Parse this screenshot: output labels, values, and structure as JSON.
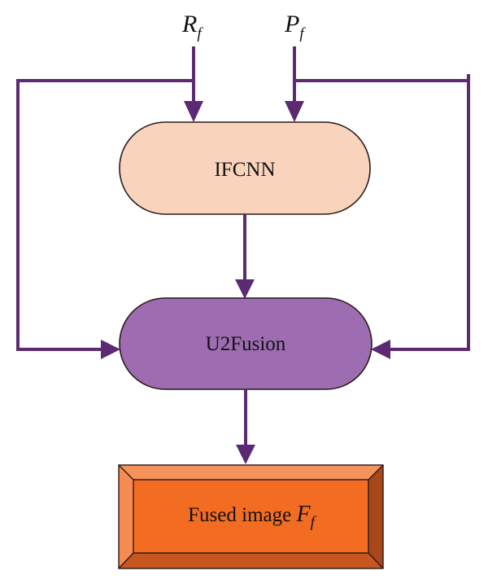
{
  "inputs": {
    "r": {
      "base": "R",
      "sub": "f"
    },
    "p": {
      "base": "P",
      "sub": "f"
    }
  },
  "nodes": {
    "ifcnn": {
      "label": "IFCNN"
    },
    "u2fusion": {
      "label": "U2Fusion"
    },
    "output": {
      "label": "Fused image ",
      "var_base": "F",
      "var_sub": "f"
    }
  },
  "colors": {
    "edge": "#5b2a72",
    "ifcnn_fill": "#f9d3bc",
    "u2fusion_fill": "#9d6cb1",
    "output_fill": "#f26c22"
  }
}
